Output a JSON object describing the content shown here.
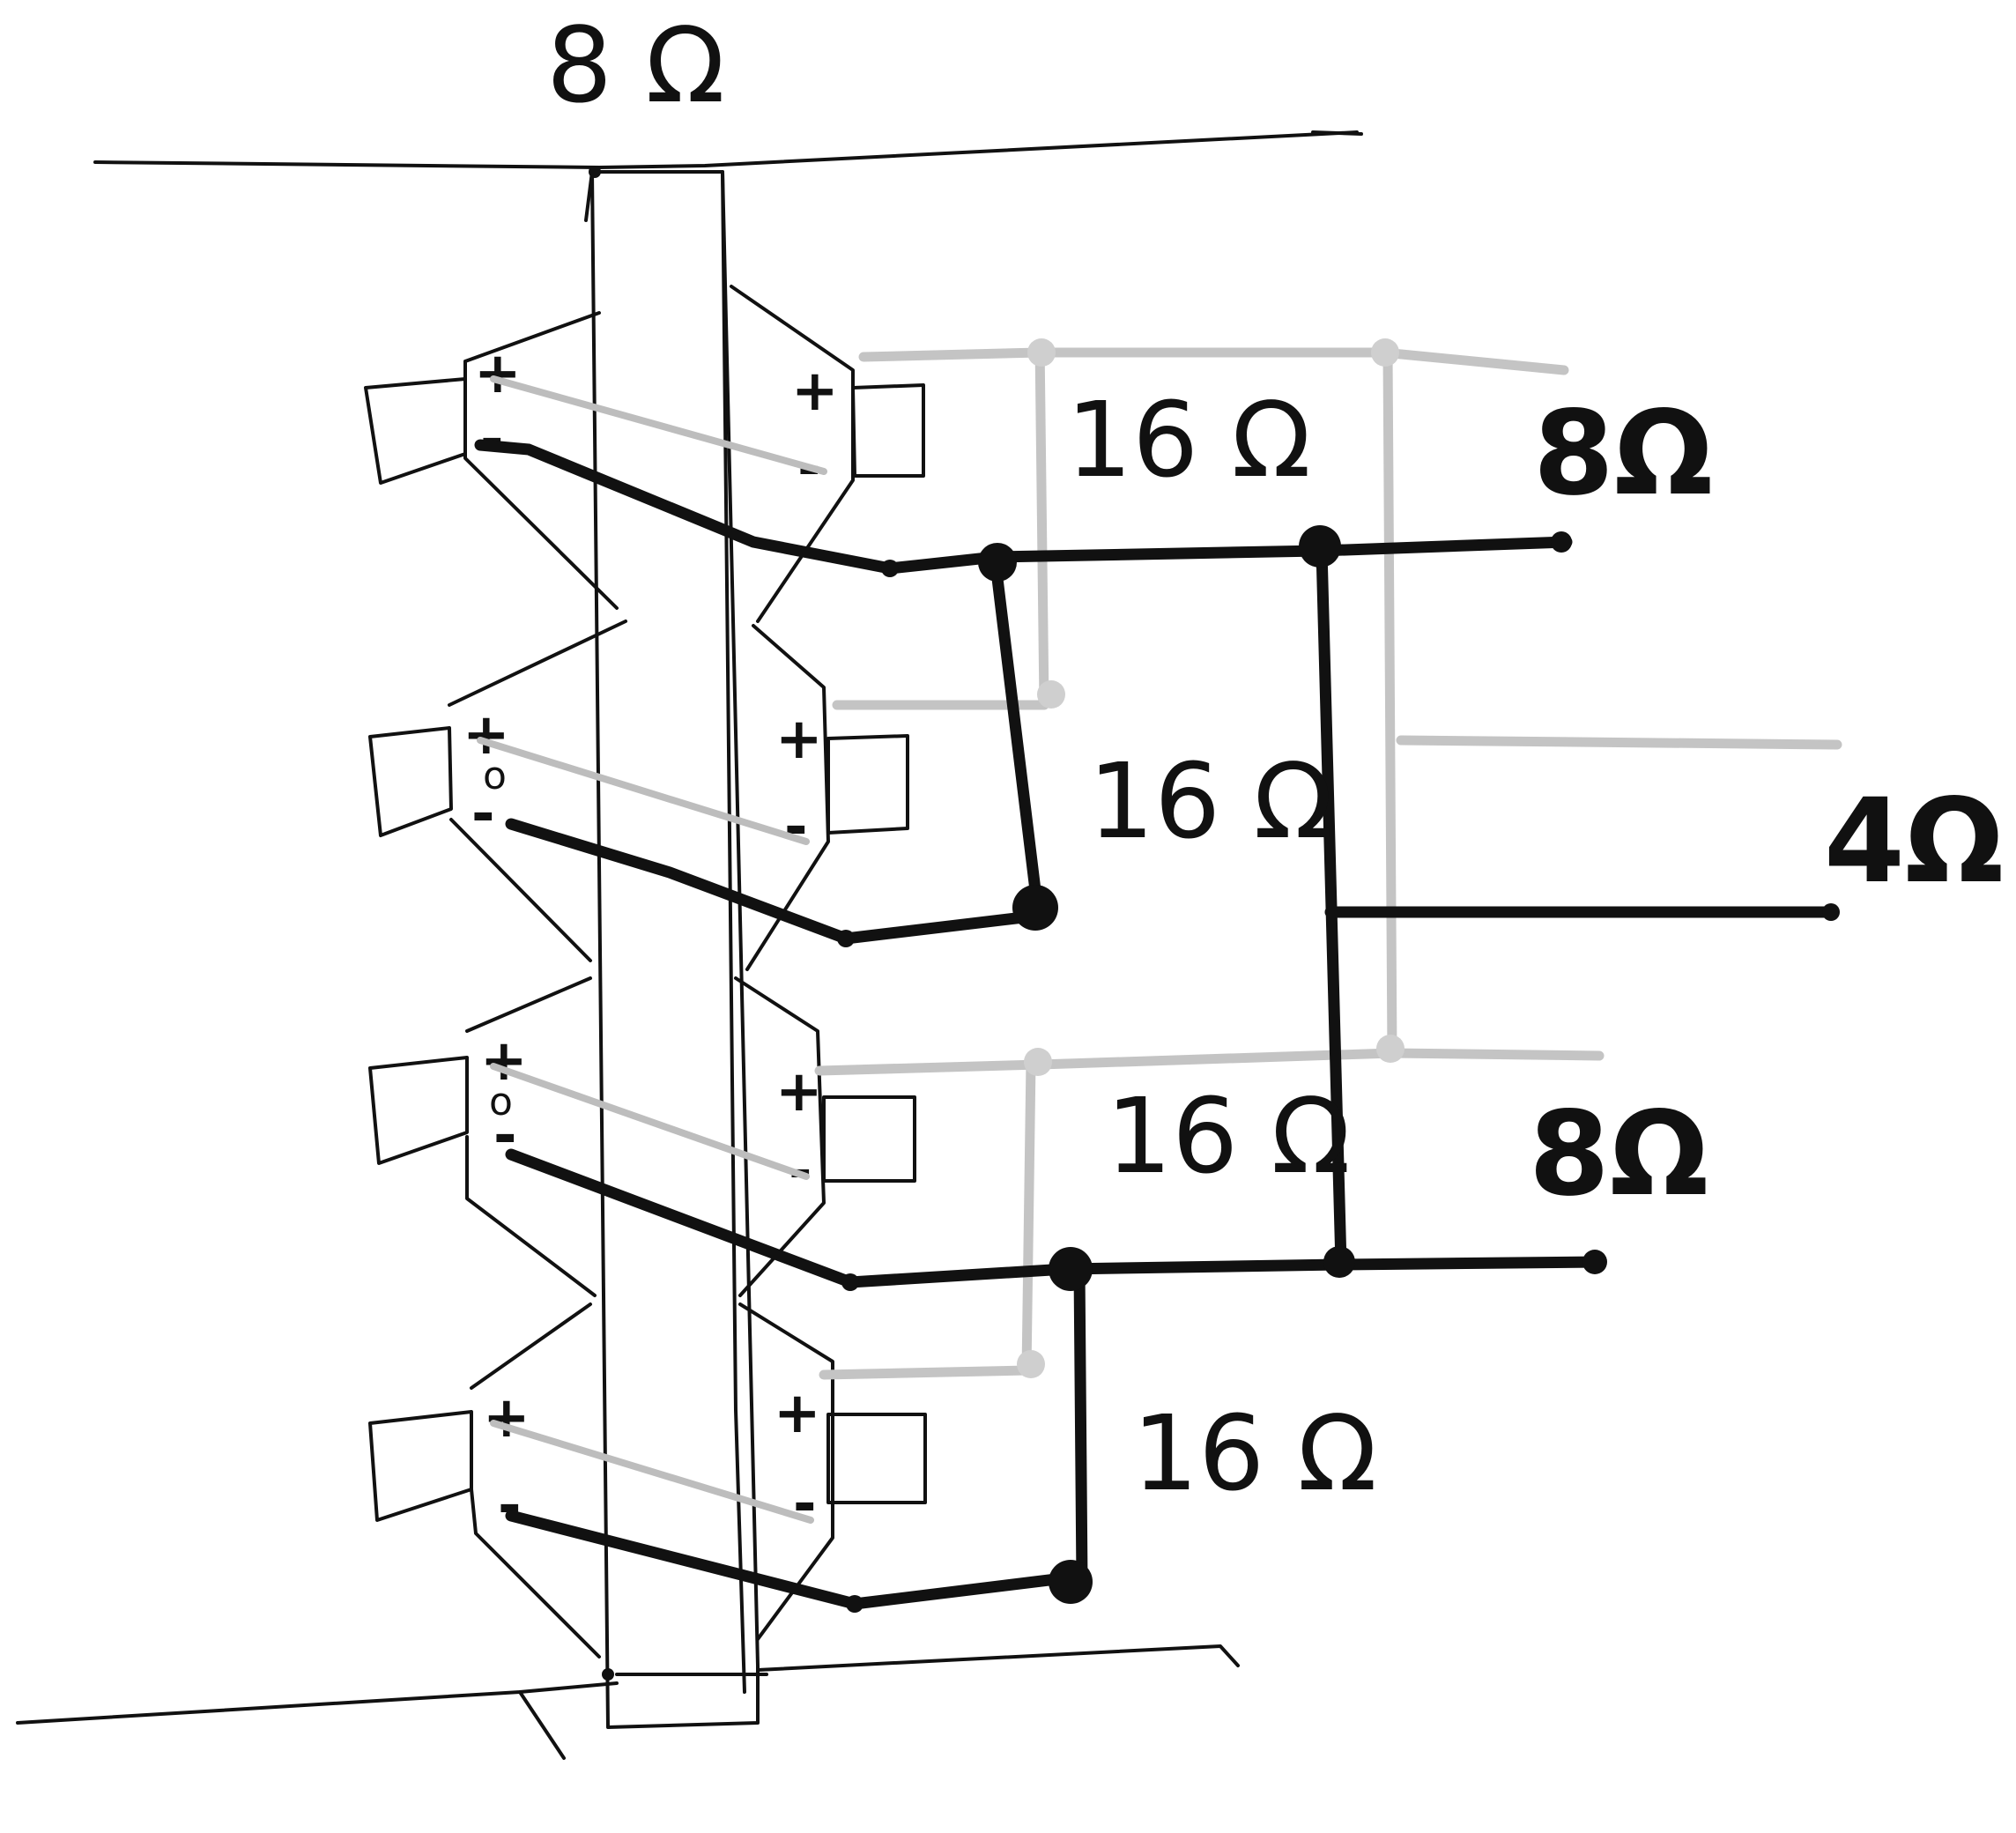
{
  "labels": {
    "top_impedance": "8 Ω",
    "pair_1_impedance": "16 Ω",
    "pair_2_impedance": "16 Ω",
    "pair_3_impedance": "16 Ω",
    "pair_4_impedance": "16 Ω",
    "upper_output_impedance": "8Ω",
    "middle_output_impedance": "4Ω",
    "lower_output_impedance": "8Ω"
  },
  "speakers": [
    {
      "plus": "+",
      "minus": "-",
      "side": "left"
    },
    {
      "plus": "+",
      "minus": "-",
      "side": "right"
    },
    {
      "plus": "+",
      "minus": "-",
      "side": "left"
    },
    {
      "plus": "+",
      "minus": "-",
      "side": "right"
    },
    {
      "plus": "+",
      "minus": "-",
      "side": "left"
    },
    {
      "plus": "+",
      "minus": "-",
      "side": "right"
    },
    {
      "plus": "+",
      "minus": "-",
      "side": "left"
    },
    {
      "plus": "+",
      "minus": "-",
      "side": "right"
    }
  ],
  "colors": {
    "ink": "#111111",
    "pencil_grey": "#c4c4c4",
    "paper": "#ffffff"
  }
}
